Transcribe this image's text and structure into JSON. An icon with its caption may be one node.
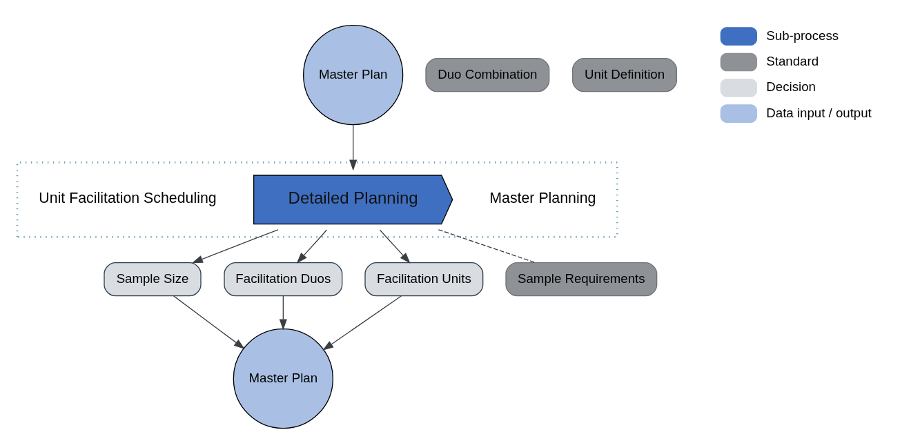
{
  "diagram": {
    "nodes": [
      {
        "text": [],
        "shape": "band"
      },
      {
        "text": [
          "Master Planning"
        ],
        "in": 0
      },
      {
        "text": [
          "Detailed Planning"
        ],
        "in": 0
      },
      {
        "text": [
          "Unit Facilitation Scheduling"
        ],
        "in": 0
      },
      {
        "text": [
          "Sample Size"
        ]
      },
      {
        "text": [
          "Facilitation Duos"
        ]
      },
      {
        "text": [
          "Facilitation Units"
        ]
      },
      {
        "text": [
          "Master Plan"
        ]
      },
      {
        "text": [
          "Sample Requirements"
        ]
      },
      {
        "text": [
          "Duo Combination"
        ]
      },
      {
        "text": [
          "Unit Definition"
        ]
      },
      {
        "text": [
          "Master Plan"
        ]
      }
    ],
    "edges": [
      {
        "from": 2,
        "to": 4,
        "arrow": "to"
      },
      {
        "from": 2,
        "to": 5,
        "arrow": "to"
      },
      {
        "from": 2,
        "to": 6,
        "arrow": "to"
      },
      {
        "from": 4,
        "to": 11,
        "arrow": "to"
      },
      {
        "from": 5,
        "to": 11,
        "arrow": "to"
      },
      {
        "from": 6,
        "to": 11,
        "arrow": "to"
      },
      {
        "from": 7,
        "to": 2,
        "arrow": "to"
      },
      {
        "from": 8,
        "to": 2,
        "arrow": "none",
        "style": "dashed"
      }
    ],
    "legend": [
      {
        "text": "Sub-process",
        "color": "#3f6fc0"
      },
      {
        "text": "Standard",
        "color": "#8e9196"
      },
      {
        "text": "Decision",
        "color": "#d9dde2"
      },
      {
        "text": "Data input / output",
        "color": "#a9c0e4"
      }
    ]
  }
}
